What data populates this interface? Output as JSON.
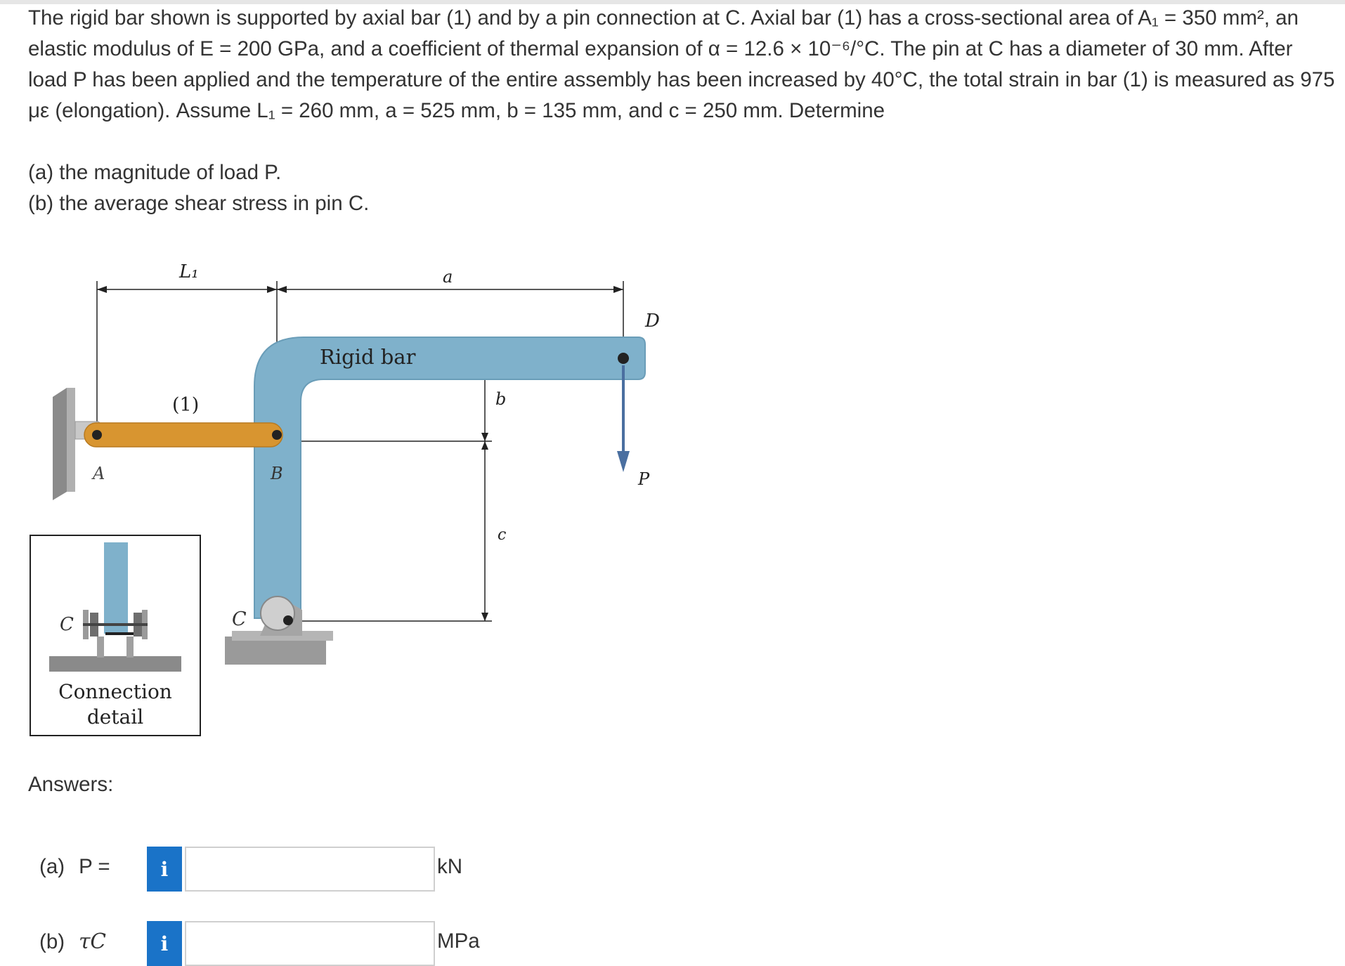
{
  "problem": {
    "statement": "The rigid bar shown is supported by axial bar (1) and by a pin connection at C. Axial bar (1) has a cross-sectional area of A₁ = 350 mm², an elastic modulus of E = 200 GPa, and a coefficient of thermal expansion of α = 12.6 × 10⁻⁶/°C. The pin at C has a diameter of 30 mm. After load P has been applied and the temperature of the entire assembly has been increased by 40°C, the total strain in bar (1) is measured as 975 με (elongation). Assume L₁ = 260 mm, a = 525 mm, b = 135 mm, and c = 250 mm. Determine",
    "part_a": "(a) the magnitude of load P.",
    "part_b": "(b) the average shear stress in pin C."
  },
  "figure": {
    "dim_L1": "L₁",
    "dim_a": "a",
    "dim_b": "b",
    "dim_c": "c",
    "label_D": "D",
    "label_P": "P",
    "label_A": "A",
    "label_B": "B",
    "label_C": "C",
    "label_bar1": "(1)",
    "label_rigid_bar": "Rigid bar",
    "detail_label_C": "C",
    "detail_caption_line1": "Connection",
    "detail_caption_line2": "detail"
  },
  "answers": {
    "heading": "Answers:",
    "a": {
      "part": "(a)",
      "symbol": "P =",
      "value": "",
      "unit": "kN",
      "info": "i"
    },
    "b": {
      "part": "(b)",
      "symbol": "τC",
      "value": "",
      "unit": "MPa",
      "info": "i"
    }
  }
}
